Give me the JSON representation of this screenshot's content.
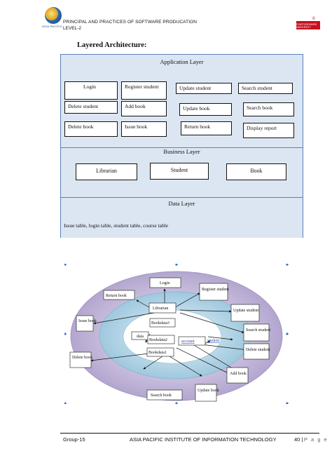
{
  "header": {
    "logo_text": "ASIA PACIFIC",
    "title": "PRINCIPAL AND PRACTICES OF SOFTWARE PRODUCATION",
    "level": "LEVEL-2",
    "brand_text": "STAFFORDSHIRE UNIVERSITY",
    "brand_color": "#c8101e"
  },
  "section_title": "Layered Architecture:",
  "architecture": {
    "application_layer": {
      "title": "Application Layer",
      "boxes": [
        "Login",
        "Register student",
        "Update student",
        "Search student",
        "Delete student",
        "Add book",
        "Update book",
        "Search book",
        "Delete book",
        "Issue book",
        "Return book",
        "Display report"
      ]
    },
    "business_layer": {
      "title": "Business Layer",
      "boxes": [
        "Librarian",
        "Student",
        "Book"
      ]
    },
    "data_layer": {
      "title": "Data Layer",
      "text": "Issue table, login table, student table, course table"
    },
    "fill_color": "#dce6f2",
    "border_color": "#5a80b8"
  },
  "diagram": {
    "labels": [
      "Login",
      "Register student",
      "Return book",
      "Librarian",
      "Update student",
      "Issue book",
      "Bookdata3",
      "Search student",
      "data",
      "Bookdata2",
      "account",
      "student",
      "Delete student",
      "Delete book",
      "Bookdata1",
      "Add book",
      "Update book",
      "Search book"
    ],
    "outer_color": "#c9bfdc",
    "middle_color": "#b9d6e6",
    "inner_color": "#cfe7ef"
  },
  "footer": {
    "group": "Group-15",
    "institute": "ASIA PACIFIC INSTITUTE OF INFORMATION TECHNOLOGY",
    "page_number": "40 |",
    "page_label": "P a g e"
  }
}
